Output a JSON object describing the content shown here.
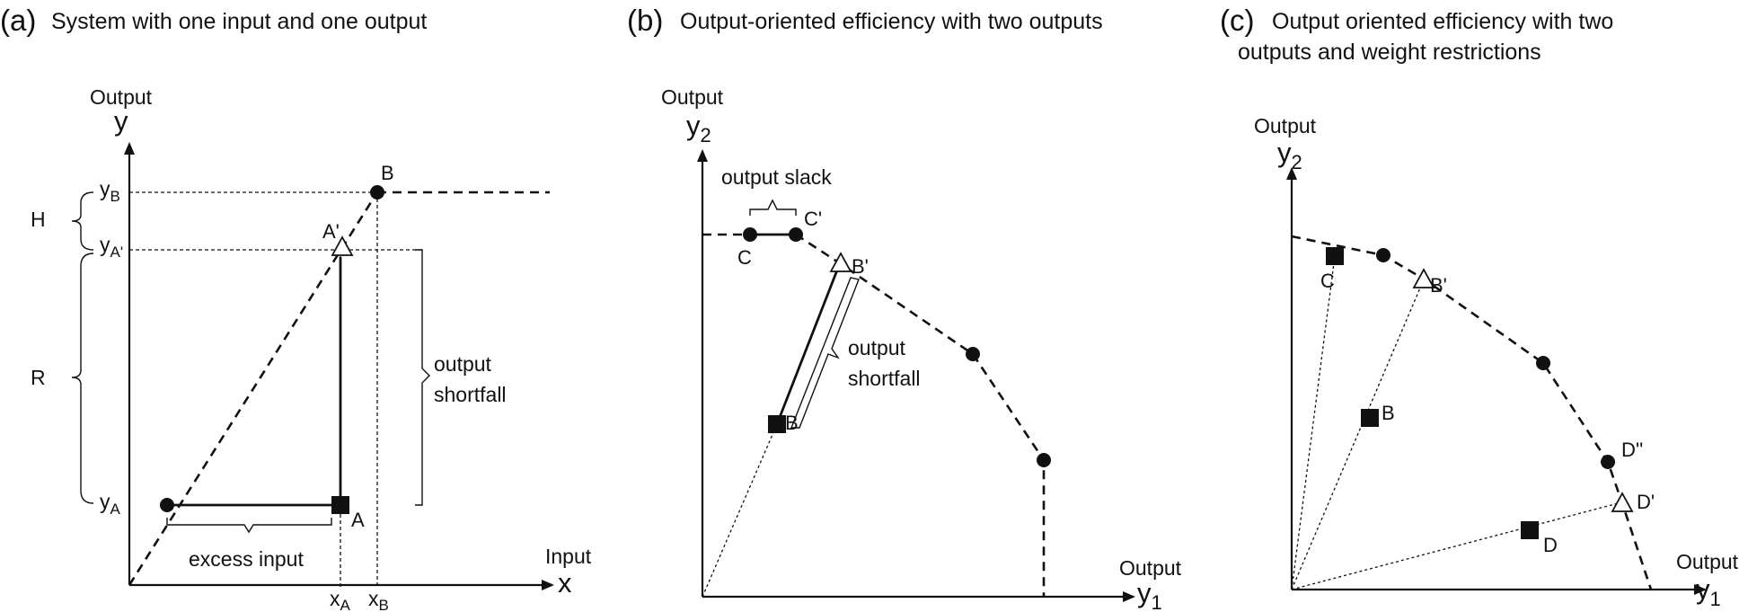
{
  "panels": [
    {
      "id": "a",
      "label": "(a)",
      "title": "System with one input and one output",
      "y_axis_name": "Output",
      "y_axis_var": "y",
      "x_axis_name": "Input",
      "x_axis_var": "x",
      "tick_y_B": "y",
      "tick_y_B_sub": "B",
      "tick_y_A_prime": "y",
      "tick_y_A_prime_sub": "A'",
      "tick_y_A": "y",
      "tick_y_A_sub": "A",
      "tick_x_A": "x",
      "tick_x_A_sub": "A",
      "tick_x_B": "x",
      "tick_x_B_sub": "B",
      "brace_H": "H",
      "brace_R": "R",
      "point_B": "B",
      "point_A_prime": "A'",
      "point_A": "A",
      "excess_input": "excess input",
      "output_shortfall_1": "output",
      "output_shortfall_2": "shortfall"
    },
    {
      "id": "b",
      "label": "(b)",
      "title": "Output-oriented efficiency with two outputs",
      "y_axis_name": "Output",
      "y_axis_var": "y",
      "y_axis_sub": "2",
      "x_axis_name": "Output",
      "x_axis_var": "y",
      "x_axis_sub": "1",
      "output_slack": "output slack",
      "point_C": "C",
      "point_C_prime": "C'",
      "point_B_prime": "B'",
      "point_B": "B",
      "output_shortfall_1": "output",
      "output_shortfall_2": "shortfall"
    },
    {
      "id": "c",
      "label": "(c)",
      "title_line1": "Output oriented efficiency with two",
      "title_line2": "outputs and weight restrictions",
      "y_axis_name": "Output",
      "y_axis_var": "y",
      "y_axis_sub": "2",
      "x_axis_name": "Output",
      "x_axis_var": "y",
      "x_axis_sub": "1",
      "point_C": "C",
      "point_B_prime": "B'",
      "point_B": "B",
      "point_D_double_prime": "D''",
      "point_D_prime": "D'",
      "point_D": "D"
    }
  ]
}
